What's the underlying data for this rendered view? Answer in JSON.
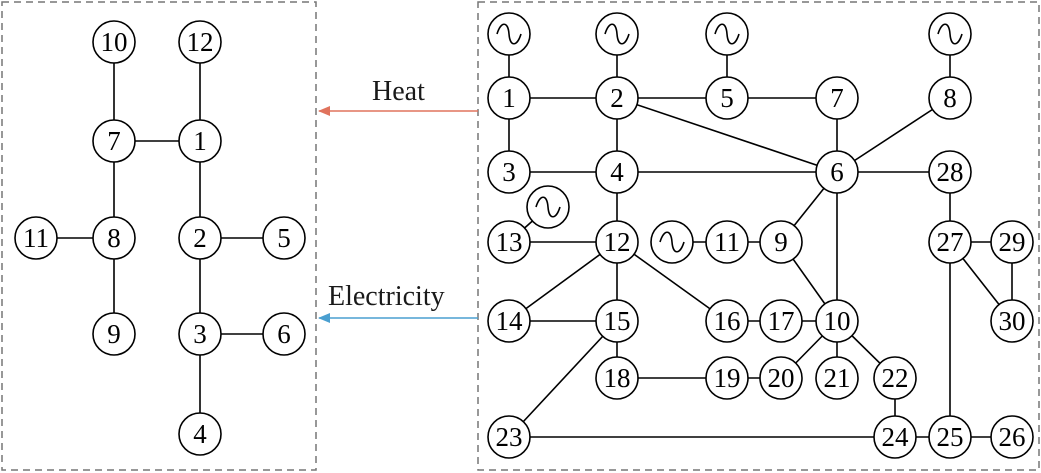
{
  "colors": {
    "heat_arrow": "#e0735d",
    "electricity_arrow": "#4a9fd0",
    "line": "#000000",
    "frame": "#777777"
  },
  "labels": {
    "heat": "Heat",
    "electricity": "Electricity"
  },
  "heat_network": {
    "nodes": [
      "1",
      "2",
      "3",
      "4",
      "5",
      "6",
      "7",
      "8",
      "9",
      "10",
      "11",
      "12"
    ],
    "edges": [
      [
        "10",
        "7"
      ],
      [
        "12",
        "1"
      ],
      [
        "7",
        "1"
      ],
      [
        "7",
        "8"
      ],
      [
        "11",
        "8"
      ],
      [
        "8",
        "9"
      ],
      [
        "1",
        "2"
      ],
      [
        "2",
        "5"
      ],
      [
        "2",
        "3"
      ],
      [
        "3",
        "6"
      ],
      [
        "3",
        "4"
      ]
    ]
  },
  "power_network": {
    "nodes": [
      "1",
      "2",
      "3",
      "4",
      "5",
      "6",
      "7",
      "8",
      "9",
      "10",
      "11",
      "12",
      "13",
      "14",
      "15",
      "16",
      "17",
      "18",
      "19",
      "20",
      "21",
      "22",
      "23",
      "24",
      "25",
      "26",
      "27",
      "28",
      "29",
      "30"
    ],
    "generator_buses": [
      "1",
      "2",
      "5",
      "8",
      "11",
      "13"
    ],
    "generator_icon": "ac-generator-icon",
    "edges": [
      [
        "1",
        "2"
      ],
      [
        "1",
        "3"
      ],
      [
        "2",
        "4"
      ],
      [
        "2",
        "5"
      ],
      [
        "2",
        "6"
      ],
      [
        "3",
        "4"
      ],
      [
        "4",
        "6"
      ],
      [
        "5",
        "7"
      ],
      [
        "6",
        "7"
      ],
      [
        "6",
        "8"
      ],
      [
        "6",
        "9"
      ],
      [
        "6",
        "10"
      ],
      [
        "6",
        "28"
      ],
      [
        "4",
        "12"
      ],
      [
        "9",
        "11"
      ],
      [
        "9",
        "10"
      ],
      [
        "12",
        "13"
      ],
      [
        "12",
        "14"
      ],
      [
        "12",
        "15"
      ],
      [
        "12",
        "16"
      ],
      [
        "14",
        "15"
      ],
      [
        "15",
        "18"
      ],
      [
        "15",
        "23"
      ],
      [
        "16",
        "17"
      ],
      [
        "17",
        "10"
      ],
      [
        "18",
        "19"
      ],
      [
        "19",
        "20"
      ],
      [
        "20",
        "10"
      ],
      [
        "10",
        "21"
      ],
      [
        "10",
        "22"
      ],
      [
        "22",
        "24"
      ],
      [
        "23",
        "24"
      ],
      [
        "24",
        "25"
      ],
      [
        "25",
        "26"
      ],
      [
        "25",
        "27"
      ],
      [
        "27",
        "28"
      ],
      [
        "27",
        "29"
      ],
      [
        "27",
        "30"
      ],
      [
        "29",
        "30"
      ]
    ]
  }
}
